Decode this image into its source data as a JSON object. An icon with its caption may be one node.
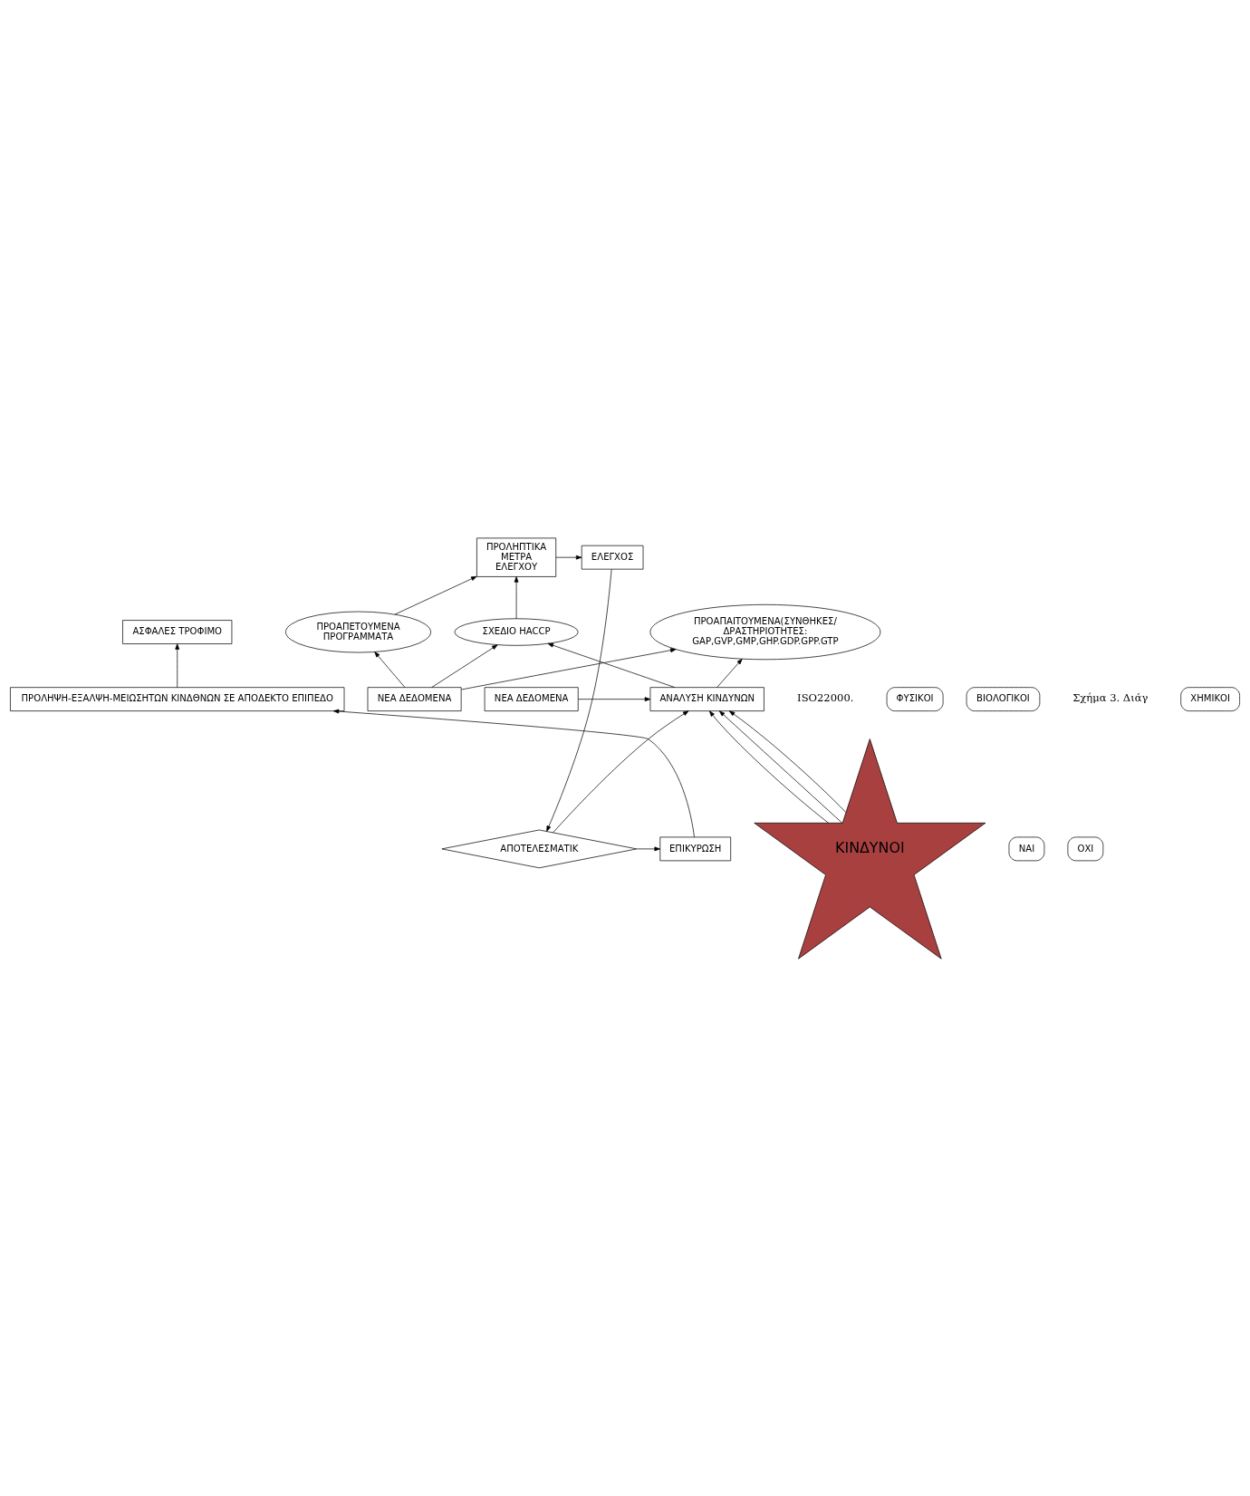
{
  "diagram": {
    "nodes": [
      {
        "text": [
          "ΑΣΦΑΛΕΣ ΤΡΟΦΙΜΟ"
        ]
      },
      {
        "text": [
          "ΠΡΟΛΗΨΗ-ΕΞΑΛΨΗ-ΜΕΙΩΣΗΤΩΝ ΚΙΝΔΘΝΩΝ ΣΕ ΑΠΟΔΕΚΤΟ ΕΠΙΠΕΔΟ"
        ]
      },
      {
        "text": [
          "ΝΑΙ"
        ]
      },
      {
        "text": [
          "ΟΧΙ"
        ]
      },
      {
        "text": [
          "ΕΠΙΚΥΡΩΣΗ"
        ]
      },
      {
        "text": [
          "ΑΠΟΤΕΛΕΣΜΑΤΙΚ"
        ]
      },
      {
        "text": [
          "ΠΡΟΛΗΠΤΙΚΑ ΜΕΤΡΑ ΕΛΕΓΧΟΥ"
        ]
      },
      {
        "text": [
          "ΕΛΕΓΧΟΣ"
        ]
      },
      {
        "text": [
          "ΣΧΕΔΙΟ HACCP"
        ]
      },
      {
        "text": [
          "ΠΡΟΑΠΕΤΟΥΜΕΝΑ ΠΡΟΓΡΑΜΜΑΤΑ"
        ]
      },
      {
        "text": [
          "ΠΡΟΑΠΑΙΤΟΥΜΕΝΑ(ΣΥΝΘΗΚΕΣ/ ΔΡΑΣΤΗΡΙΟΤΗΤΕΣ: GAP,GVP,GMP,GHP.GDP.GPP.GTP"
        ]
      },
      {
        "text": [
          "ΝΕΑ ΔΕΔΟΜΕΝΑ"
        ]
      },
      {
        "text": [
          "ΝΕΑ ΔΕΔΟΜΕΝΑ"
        ]
      },
      {
        "text": [
          "ΑΝΑΛΥΣΗ ΚΙΝΔΥΝΩΝ"
        ]
      },
      {
        "text": [
          "ΦΥΣΙΚΟΙ"
        ]
      },
      {
        "text": [
          "ΧΗΜΙΚΟΙ"
        ]
      },
      {
        "text": [
          "ΒΙΟΛΟΓΙΚΟΙ"
        ]
      },
      {
        "text": [
          "ΚΙΝΔΥΝΟΙ"
        ]
      }
    ],
    "edges": [
      {
        "from": 1,
        "to": 0,
        "arrow": "to"
      },
      {
        "from": 4,
        "to": 1,
        "arrow": "to"
      },
      {
        "from": 5,
        "to": 4,
        "arrow": "to"
      },
      {
        "from": 5,
        "to": 13,
        "arrow": "to"
      },
      {
        "from": 7,
        "to": 5,
        "arrow": "to"
      },
      {
        "from": 6,
        "to": 7,
        "arrow": "to"
      },
      {
        "from": 8,
        "to": 6,
        "arrow": "to"
      },
      {
        "from": 9,
        "to": 6,
        "arrow": "to"
      },
      {
        "from": 11,
        "to": 8,
        "arrow": "to"
      },
      {
        "from": 11,
        "to": 9,
        "arrow": "to"
      },
      {
        "from": 11,
        "to": 10,
        "arrow": "to"
      },
      {
        "from": 13,
        "to": 8,
        "arrow": "to"
      },
      {
        "from": 13,
        "to": 10,
        "arrow": "to"
      },
      {
        "from": 12,
        "to": 13,
        "arrow": "to"
      },
      {
        "from": 17,
        "to": 13,
        "arrow": "to"
      },
      {
        "from": 17,
        "to": 13,
        "arrow": "to"
      },
      {
        "from": 17,
        "to": 13,
        "arrow": "to"
      }
    ],
    "labels": [
      "Σχήμα 3. Διάγ",
      "ISO22000."
    ]
  }
}
